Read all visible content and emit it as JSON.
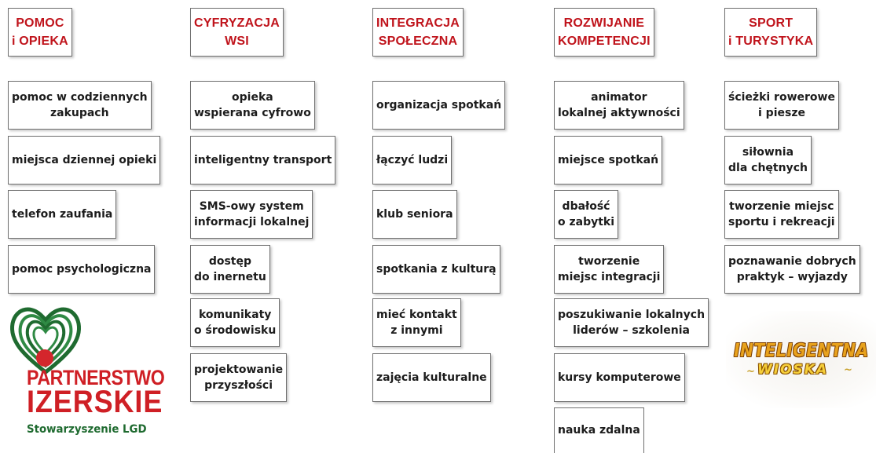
{
  "columns": [
    {
      "header": "POMOC\ni OPIEKA",
      "items": [
        "pomoc w codziennych\nzakupach",
        "miejsca dziennej opieki",
        "telefon zaufania",
        "pomoc psychologiczna"
      ]
    },
    {
      "header": "CYFRYZACJA\nWSI",
      "items": [
        "opieka\nwspierana cyfrowo",
        "inteligentny transport",
        "SMS-owy system\ninformacji lokalnej",
        "dostęp\ndo inernetu",
        "komunikaty\no środowisku",
        "projektowanie\nprzyszłości"
      ]
    },
    {
      "header": "INTEGRACJA\nSPOŁECZNA",
      "items": [
        "organizacja spotkań",
        "łączyć ludzi",
        "klub seniora",
        "spotkania z kulturą",
        "mieć kontakt\nz innymi",
        "zajęcia kulturalne"
      ]
    },
    {
      "header": "ROZWIJANIE\nKOMPETENCJI",
      "items": [
        "animator\nlokalnej aktywności",
        "miejsce spotkań",
        "dbałość\no zabytki",
        "tworzenie\nmiejsc integracji",
        "poszukiwanie lokalnych\nliderów – szkolenia",
        "kursy komputerowe",
        "nauka zdalna"
      ]
    },
    {
      "header": "SPORT\ni TURYSTYKA",
      "items": [
        "ścieżki rowerowe\ni piesze",
        "siłownia\ndla chętnych",
        "tworzenie miejsc\nsportu i rekreacji",
        "poznawanie dobrych\npraktyk – wyjazdy"
      ]
    }
  ],
  "logos": {
    "partnerstwo": {
      "line1": "PARTNERSTWO",
      "line2": "IZERSKIE",
      "line3": "Stowarzyszenie LGD",
      "colors": {
        "red": "#cf1f25",
        "green": "#1e6a2f"
      }
    },
    "wioska": {
      "line1": "INTELIGENTNA",
      "line2": "WIOSKA",
      "colors": {
        "orange": "#e8a21c",
        "yellow": "#f6cf3a"
      }
    }
  },
  "colors": {
    "header_text": "#c0141c",
    "item_text": "#1c1c1c",
    "border": "#6f6f6f"
  }
}
